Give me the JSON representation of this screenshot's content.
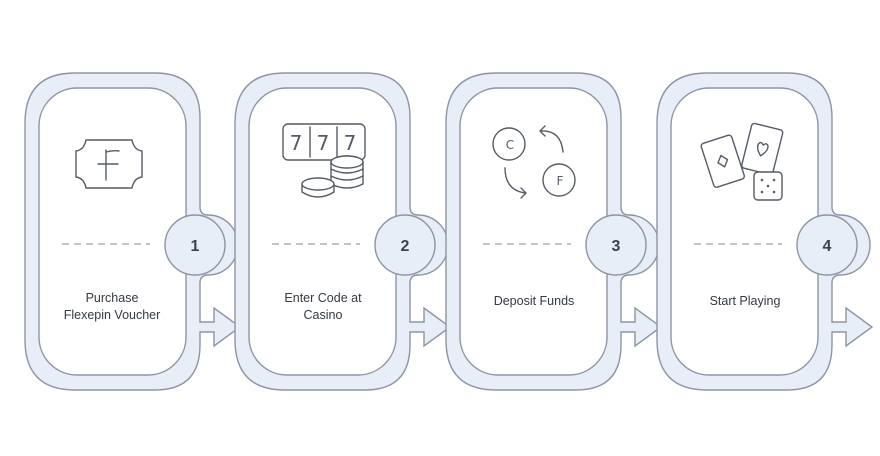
{
  "colors": {
    "band_fill": "#e8eef7",
    "band_stroke": "#8d95a3",
    "circle_fill": "#e8eef7",
    "icon_stroke": "#555c66",
    "text": "#333a44"
  },
  "steps": [
    {
      "number": "1",
      "label_lines": [
        "Purchase",
        "Flexepin Voucher"
      ],
      "icon": "voucher-icon",
      "icon_letter": "F"
    },
    {
      "number": "2",
      "label_lines": [
        "Enter Code at",
        "Casino"
      ],
      "icon": "slot-machine-coins-icon",
      "slot_digits": [
        "7",
        "7",
        "7"
      ]
    },
    {
      "number": "3",
      "label_lines": [
        "Deposit Funds"
      ],
      "icon": "currency-exchange-icon",
      "coin_letters": [
        "C",
        "F"
      ]
    },
    {
      "number": "4",
      "label_lines": [
        "Start Playing"
      ],
      "icon": "cards-and-dice-icon"
    }
  ]
}
